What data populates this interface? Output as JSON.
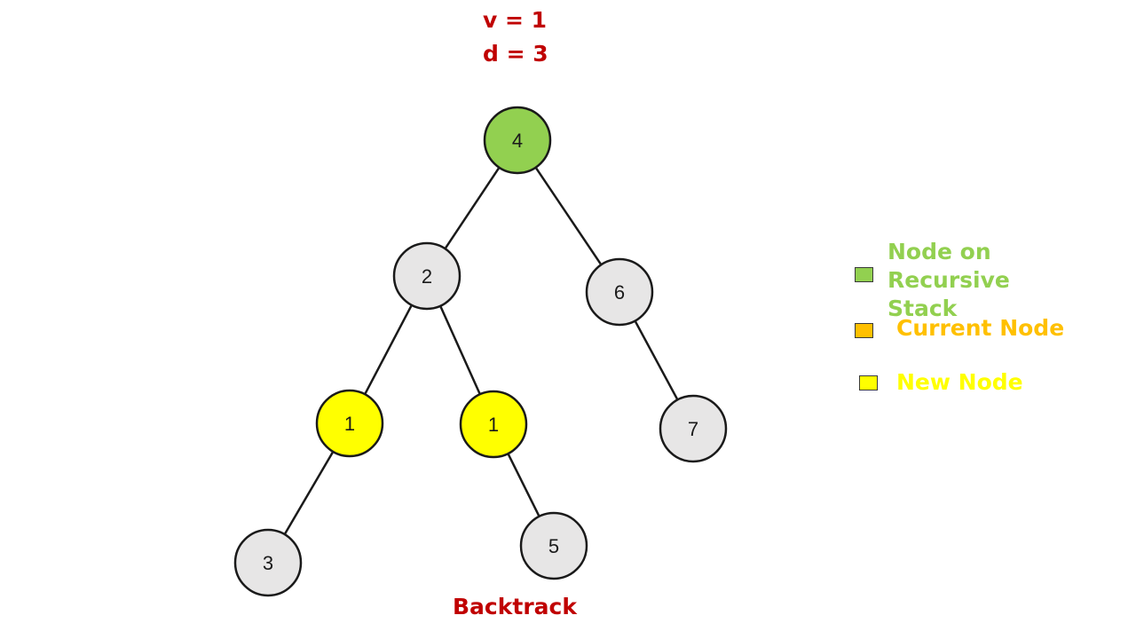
{
  "params": [
    {
      "text": "v = 1"
    },
    {
      "text": "d = 3"
    }
  ],
  "caption": "Backtrack",
  "colors": {
    "stack": "#92d050",
    "current": "#ffc000",
    "new": "#ffff00",
    "default": "#e7e6e6",
    "stroke": "#1a1a1a",
    "param_text": "#c00000",
    "legend_stack_text": "#92d050",
    "legend_current_text": "#ffc000",
    "legend_new_text": "#ffff00"
  },
  "legend": [
    {
      "label": "Node on Recursive Stack",
      "state": "stack"
    },
    {
      "label": "Current Node",
      "state": "current"
    },
    {
      "label": "New Node",
      "state": "new"
    }
  ],
  "tree": {
    "nodes": [
      {
        "id": "n4",
        "label": "4",
        "state": "stack"
      },
      {
        "id": "n2",
        "label": "2",
        "state": "default"
      },
      {
        "id": "n6",
        "label": "6",
        "state": "default"
      },
      {
        "id": "n1a",
        "label": "1",
        "state": "new"
      },
      {
        "id": "n1b",
        "label": "1",
        "state": "new"
      },
      {
        "id": "n7",
        "label": "7",
        "state": "default"
      },
      {
        "id": "n3",
        "label": "3",
        "state": "default"
      },
      {
        "id": "n5",
        "label": "5",
        "state": "default"
      }
    ],
    "edges": [
      {
        "from": "n4",
        "to": "n2"
      },
      {
        "from": "n4",
        "to": "n6"
      },
      {
        "from": "n2",
        "to": "n1a"
      },
      {
        "from": "n2",
        "to": "n1b"
      },
      {
        "from": "n6",
        "to": "n7"
      },
      {
        "from": "n1a",
        "to": "n3"
      },
      {
        "from": "n1b",
        "to": "n5"
      }
    ]
  }
}
